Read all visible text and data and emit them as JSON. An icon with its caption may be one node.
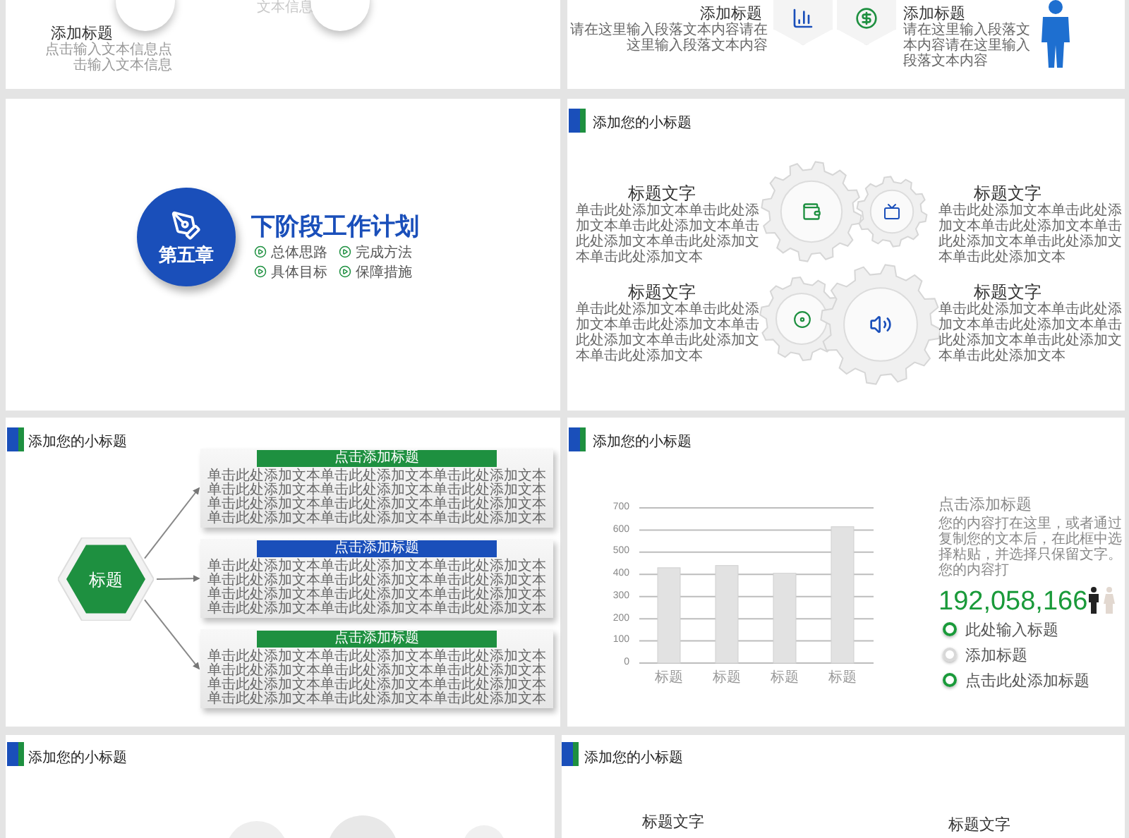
{
  "diagram": {
    "nodes": [
      {
        "text": [
          "第五章"
        ]
      },
      {
        "text": [
          "标题"
        ]
      },
      {
        "text": [
          "点击添加标题",
          "单击此处添加文本单击此处添加文本单击此处添加文本单击此处添加文本单击此处添加文本单击此处添加文本单击此处添加文本单击此处添加文本单击此处添加文本单击此处添加文本单击此处添加文本单击此处添加文本"
        ]
      },
      {
        "text": [
          "点击添加标题",
          "单击此处添加文本单击此处添加文本单击此处添加文本单击此处添加文本单击此处添加文本单击此处添加文本单击此处添加文本单击此处添加文本单击此处添加文本单击此处添加文本单击此处添加文本单击此处添加文本"
        ]
      },
      {
        "text": [
          "点击添加标题",
          "单击此处添加文本单击此处添加文本单击此处添加文本单击此处添加文本单击此处添加文本单击此处添加文本单击此处添加文本单击此处添加文本单击此处添加文本单击此处添加文本单击此处添加文本单击此处添加文本"
        ]
      }
    ],
    "edges": [
      {
        "from": 1,
        "to": 2,
        "arrow": "to"
      },
      {
        "from": 1,
        "to": 3,
        "arrow": "to"
      },
      {
        "from": 1,
        "to": 4,
        "arrow": "to"
      }
    ],
    "labels": [
      "文本信息",
      "添加标题",
      "点击输入文本信息点击输入文本信息",
      "添加标题",
      "请在这里输入段落文本内容请在这里输入段落文本内容",
      "添加标题",
      "请在这里输入段落文本内容请在这里输入段落文本内容",
      "下阶段工作计划",
      "总体思路",
      "完成方法",
      "具体目标",
      "保障措施",
      "添加您的小标题",
      "标题文字",
      "单击此处添加文本单击此处添加文本单击此处添加文本单击此处添加文本单击此处添加文本单击此处添加文本",
      "标题文字",
      "单击此处添加文本单击此处添加文本单击此处添加文本单击此处添加文本单击此处添加文本单击此处添加文本",
      "标题文字",
      "单击此处添加文本单击此处添加文本单击此处添加文本单击此处添加文本单击此处添加文本单击此处添加文本",
      "标题文字",
      "单击此处添加文本单击此处添加文本单击此处添加文本单击此处添加文本单击此处添加文本单击此处添加文本",
      "添加您的小标题",
      "添加您的小标题",
      "点击添加标题",
      "您的内容打在这里，或者通过复制您的文本后，在此框中选择粘贴，并选择只保留文字。您的内容打",
      "192,058,166",
      "此处输入标题",
      "添加标题",
      "点击此处添加标题",
      "添加您的小标题",
      "添加您的小标题",
      "标题文字",
      "标题文字"
    ],
    "chart_data": {
      "type": "bar",
      "categories": [
        "标题",
        "标题",
        "标题",
        "标题"
      ],
      "values": [
        430,
        440,
        405,
        615
      ],
      "ylim": [
        0,
        700
      ],
      "yticks": [
        0,
        100,
        200,
        300,
        400,
        500,
        600,
        700
      ],
      "grid": true
    }
  }
}
